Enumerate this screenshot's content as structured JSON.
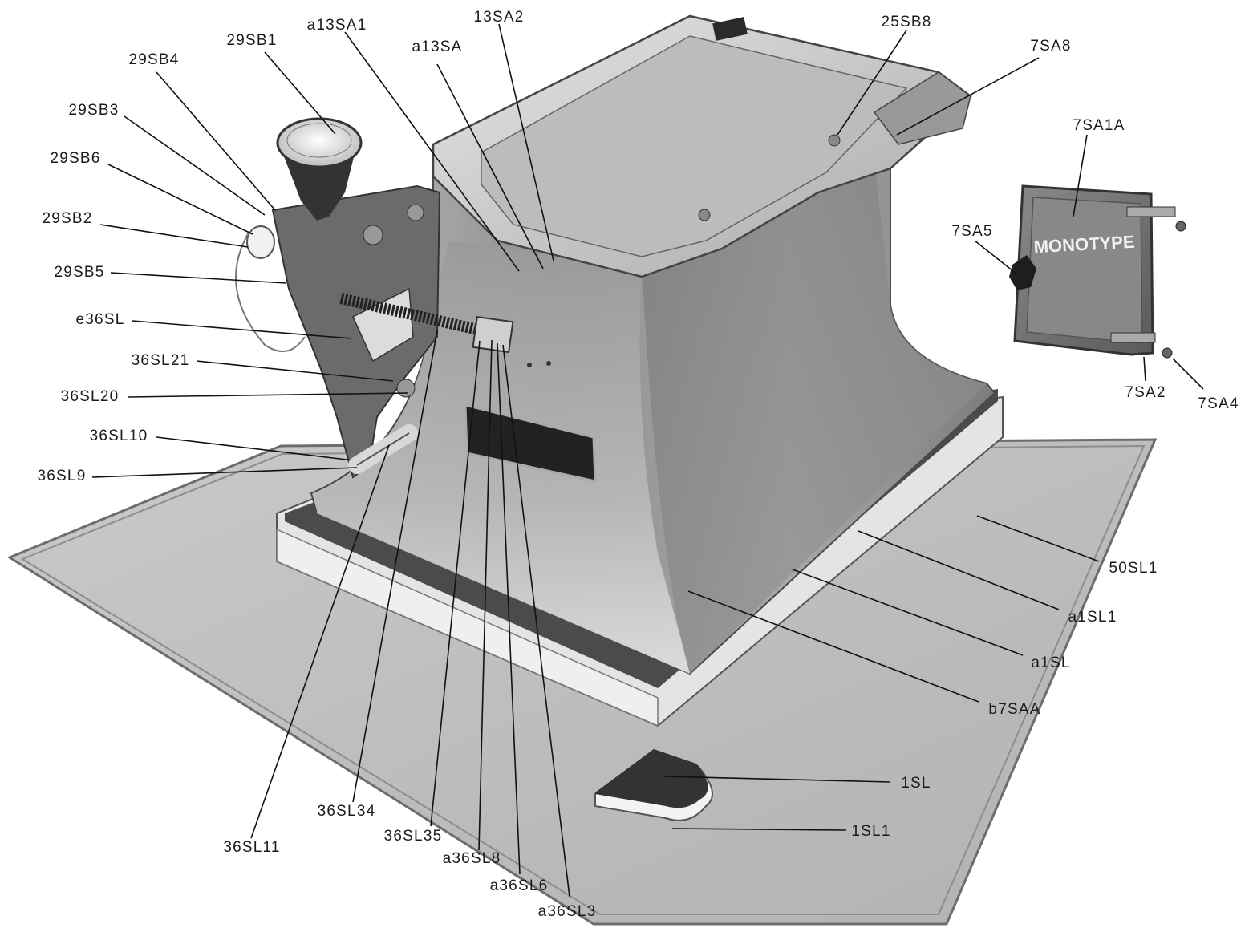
{
  "labels": {
    "l_29SB1": "29SB1",
    "l_a13SA1": "a13SA1",
    "l_13SA2": "13SA2",
    "l_a13SA": "a13SA",
    "l_25SB8": "25SB8",
    "l_7SA8": "7SA8",
    "l_29SB4": "29SB4",
    "l_29SB3": "29SB3",
    "l_29SB6": "29SB6",
    "l_29SB2": "29SB2",
    "l_29SB5": "29SB5",
    "l_e36SL": "e36SL",
    "l_36SL21": "36SL21",
    "l_36SL20": "36SL20",
    "l_36SL10": "36SL10",
    "l_36SL9": "36SL9",
    "l_7SA1A": "7SA1A",
    "l_7SA5": "7SA5",
    "l_7SA2": "7SA2",
    "l_7SA4": "7SA4",
    "l_50SL1": "50SL1",
    "l_a1SL1": "a1SL1",
    "l_a1SL": "a1SL",
    "l_b7SAA": "b7SAA",
    "l_1SL": "1SL",
    "l_1SL1": "1SL1",
    "l_36SL34": "36SL34",
    "l_36SL11": "36SL11",
    "l_36SL35": "36SL35",
    "l_a36SL8": "a36SL8",
    "l_a36SL6": "a36SL6",
    "l_a36SL3": "a36SL3"
  },
  "door_brand": "MONOTYPE",
  "colors": {
    "metal_light": "#d2d2d2",
    "metal_mid": "#a9a9a9",
    "metal_dark": "#5e5e5e",
    "mat": "#bdbdbd",
    "felt": "#4a4a4a",
    "ink": "#111111"
  }
}
